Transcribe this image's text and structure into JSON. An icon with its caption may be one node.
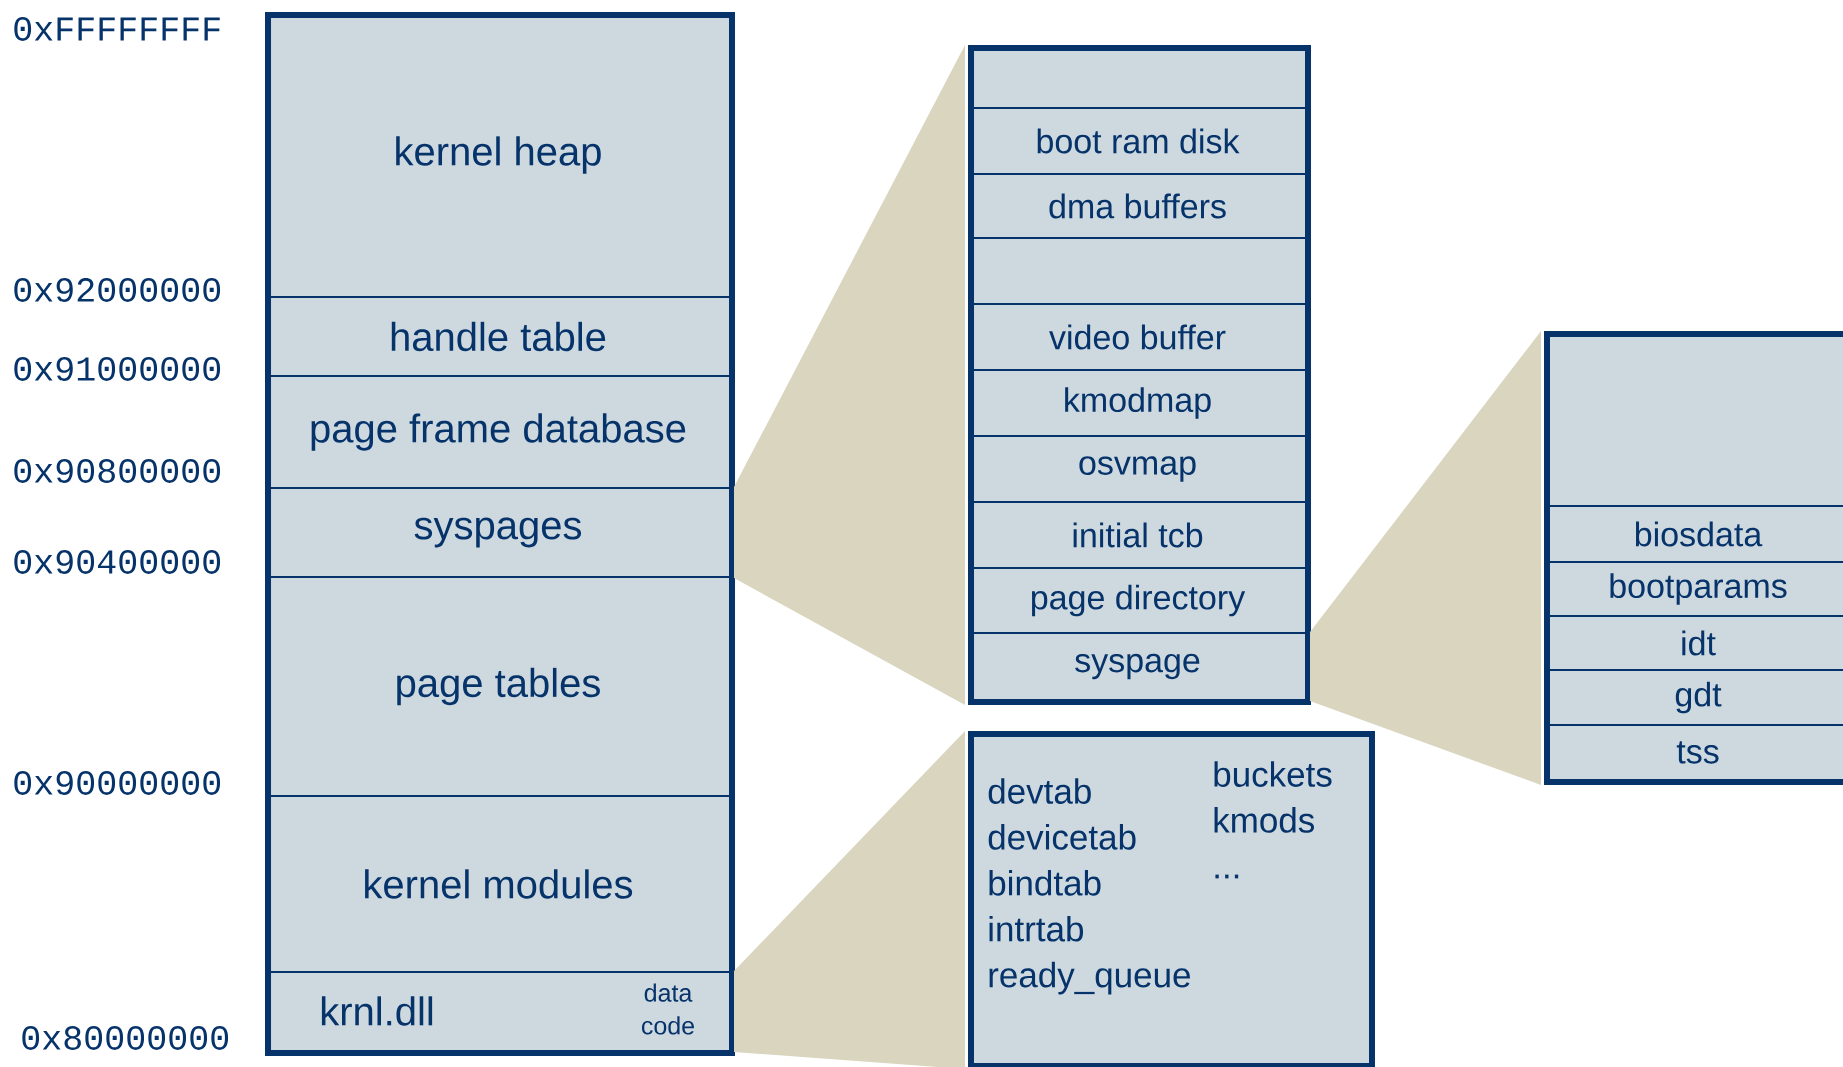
{
  "diagram": {
    "nodes": [
      {
        "text": [],
        "shape": "box"
      },
      {
        "text": [
          "kernel heap"
        ],
        "in": 0
      },
      {
        "text": [
          "handle table"
        ],
        "in": 0
      },
      {
        "text": [
          "page frame database"
        ],
        "in": 0
      },
      {
        "text": [
          "syspages"
        ],
        "in": 0
      },
      {
        "text": [
          "page tables"
        ],
        "in": 0
      },
      {
        "text": [
          "kernel modules"
        ],
        "in": 0
      },
      {
        "text": [
          "krnl.dll",
          "data code"
        ],
        "in": 0
      },
      {
        "text": [],
        "shape": "box"
      },
      {
        "text": [],
        "shape": "box",
        "in": 8
      },
      {
        "text": [
          "boot ram disk"
        ],
        "in": 8
      },
      {
        "text": [
          "dma buffers"
        ],
        "in": 8
      },
      {
        "text": [],
        "shape": "box",
        "in": 8
      },
      {
        "text": [
          "video buffer"
        ],
        "in": 8
      },
      {
        "text": [
          "kmodmap"
        ],
        "in": 8
      },
      {
        "text": [
          "osvmap"
        ],
        "in": 8
      },
      {
        "text": [
          "initial tcb"
        ],
        "in": 8
      },
      {
        "text": [
          "page directory"
        ],
        "in": 8
      },
      {
        "text": [
          "syspage"
        ],
        "in": 8
      },
      {
        "text": [
          "devtab devicetab bindtab intrtab ready_queue",
          "buckets kmods ..."
        ]
      },
      {
        "text": [],
        "shape": "box"
      },
      {
        "text": [],
        "shape": "box",
        "in": 20
      },
      {
        "text": [
          "biosdata"
        ],
        "in": 20
      },
      {
        "text": [
          "bootparams"
        ],
        "in": 20
      },
      {
        "text": [
          "idt"
        ],
        "in": 20
      },
      {
        "text": [
          "gdt"
        ],
        "in": 20
      },
      {
        "text": [
          "tss"
        ],
        "in": 20
      }
    ],
    "edges": [
      {
        "from": 4,
        "to": 8,
        "arrow": "none"
      },
      {
        "from": 18,
        "to": 20,
        "arrow": "none"
      },
      {
        "from": 7,
        "to": 19,
        "arrow": "none"
      }
    ],
    "labels": [
      "0xFFFFFFFF",
      "0x92000000",
      "0x91000000",
      "0x90800000",
      "0x90400000",
      "0x90000000",
      "0x80000000"
    ]
  }
}
